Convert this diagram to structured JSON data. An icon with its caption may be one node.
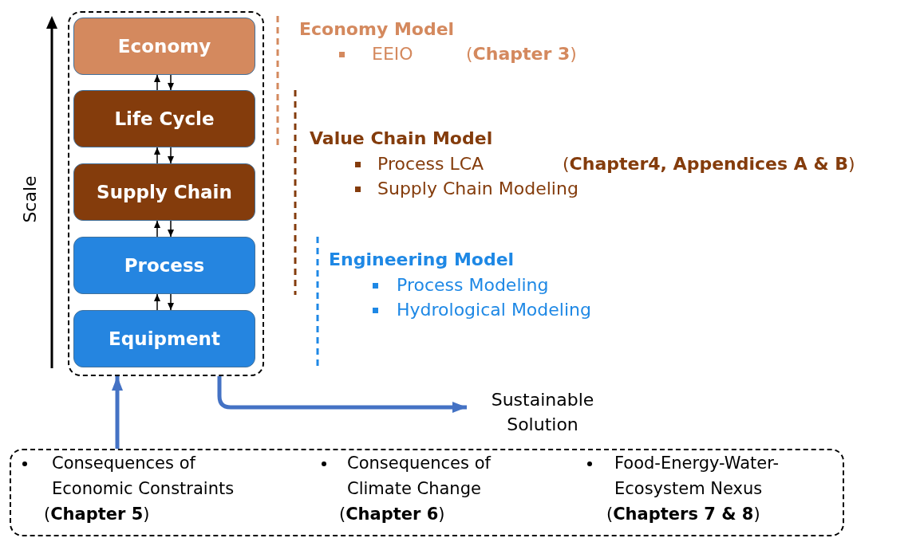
{
  "diagram": {
    "nodes": [
      {
        "text": [],
        "shape": "box"
      },
      {
        "text": [
          "Economy"
        ],
        "in": 0
      },
      {
        "text": [
          "Life Cycle"
        ],
        "in": 0
      },
      {
        "text": [
          "Supply Chain"
        ],
        "in": 0
      },
      {
        "text": [
          "Process"
        ],
        "in": 0
      },
      {
        "text": [
          "Equipment"
        ],
        "in": 0
      },
      {
        "text": [
          "Sustainable Solution"
        ]
      },
      {
        "text": [
          "Consequences of Economic Constraints",
          "(**Chapter 5**)",
          "Consequences of Climate Change",
          "(**Chapter 6**)",
          "Food-Energy-Water-Ecosystem Nexus",
          "(**Chapters 7 & 8**)"
        ]
      }
    ],
    "edges": [
      {
        "from": 2,
        "to": 1,
        "arrow": "to"
      },
      {
        "from": 1,
        "to": 2,
        "arrow": "to"
      },
      {
        "from": 3,
        "to": 2,
        "arrow": "to"
      },
      {
        "from": 2,
        "to": 3,
        "arrow": "to"
      },
      {
        "from": 4,
        "to": 3,
        "arrow": "to"
      },
      {
        "from": 3,
        "to": 4,
        "arrow": "to"
      },
      {
        "from": 5,
        "to": 4,
        "arrow": "to"
      },
      {
        "from": 4,
        "to": 5,
        "arrow": "to"
      },
      {
        "from": 7,
        "to": 0,
        "arrow": "to",
        "style": "thick",
        "color": "#4472c4"
      },
      {
        "from": 0,
        "to": 6,
        "arrow": "to",
        "style": "thick",
        "color": "#4472c4"
      }
    ],
    "labels": [
      "Scale",
      "Economy Model",
      "EEIO",
      "(**Chapter 3**)",
      "Value Chain Model",
      "Process LCA",
      "(**Chapter4, Appendices A & B**)",
      "Supply Chain Modeling",
      "Engineering Model",
      "Process Modeling",
      "Hydrological Modeling"
    ]
  }
}
